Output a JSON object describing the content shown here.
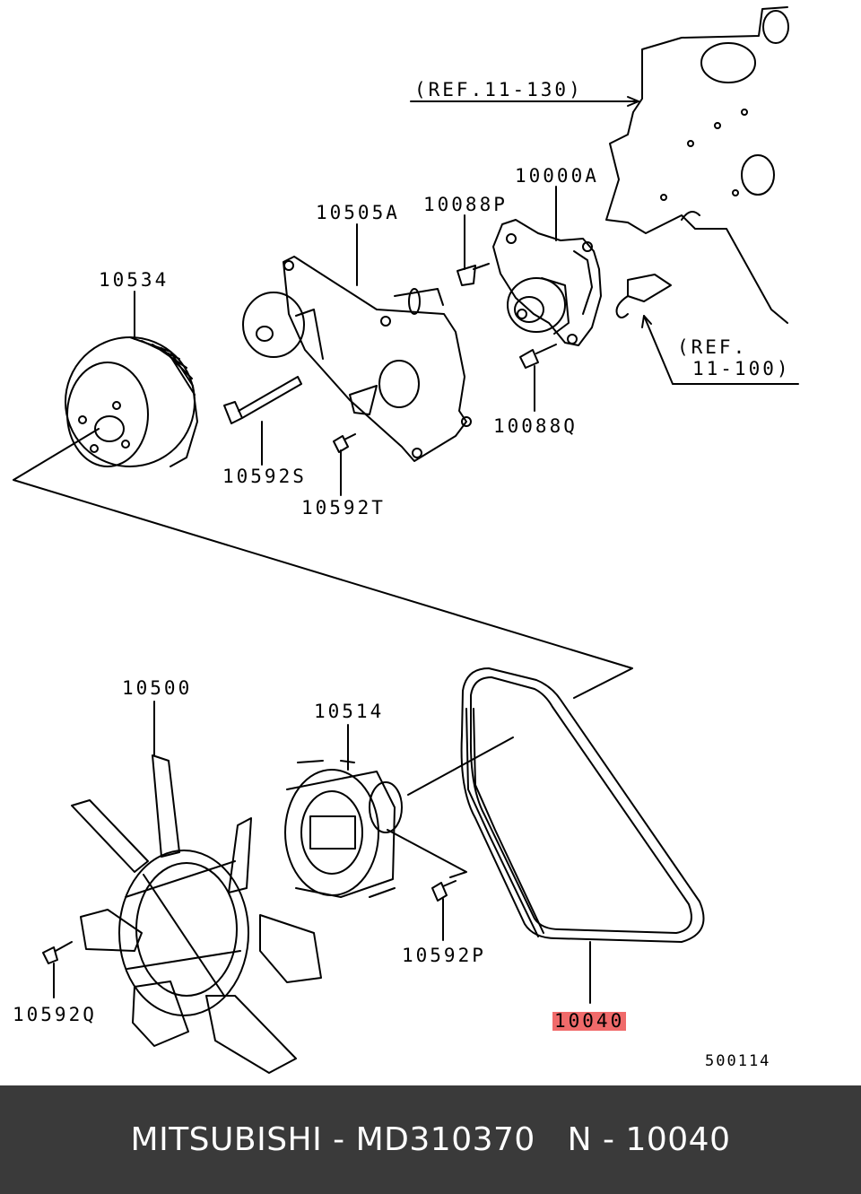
{
  "labels": {
    "ref_11_130": "(REF.11-130)",
    "ref_11_100_line1": "(REF.",
    "ref_11_100_line2": "11-100)",
    "p10000A": "10000A",
    "p10505A": "10505A",
    "p10088P": "10088P",
    "p10534": "10534",
    "p10088Q": "10088Q",
    "p10592S": "10592S",
    "p10592T": "10592T",
    "p10500": "10500",
    "p10514": "10514",
    "p10592P": "10592P",
    "p10592Q": "10592Q",
    "p10040": "10040",
    "drawing_no": "500114"
  },
  "colors": {
    "highlight": "#f06a6a",
    "footer_bg": "#3a3a3a",
    "footer_text": "#ffffff"
  },
  "footer": {
    "text": "MITSUBISHI - MD310370   N - 10040"
  }
}
